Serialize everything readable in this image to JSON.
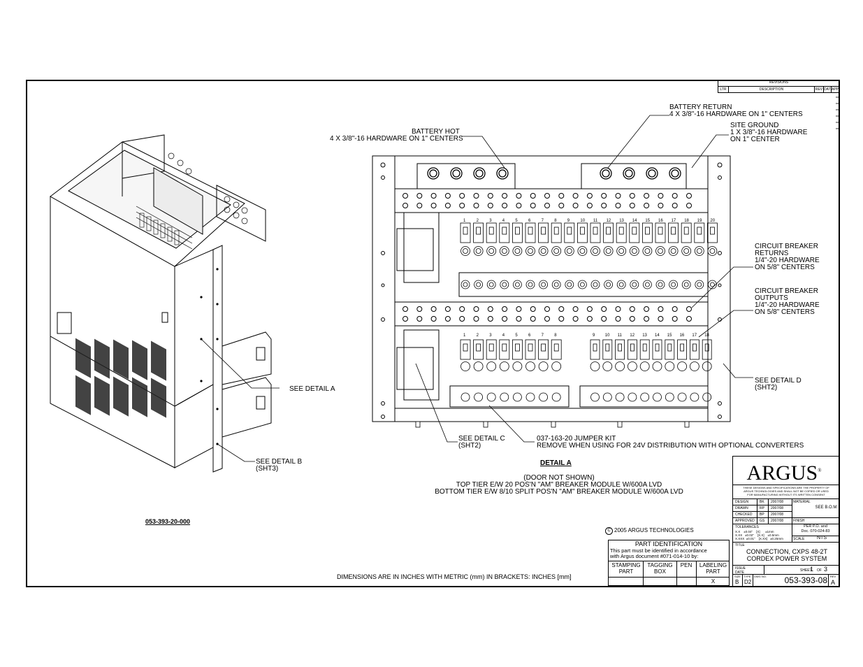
{
  "revisions": {
    "title": "REVISIONS",
    "headers": [
      "LTR",
      "DESCRIPTION",
      "REV BY",
      "DATE",
      "APP'D"
    ]
  },
  "labels": {
    "battery_hot": [
      "BATTERY HOT",
      "4 X 3/8\"-16 HARDWARE ON 1\" CENTERS"
    ],
    "battery_return": [
      "BATTERY RETURN",
      "4 X 3/8\"-16 HARDWARE ON 1\" CENTERS"
    ],
    "site_ground": [
      "SITE GROUND",
      "1 X 3/8\"-16 HARDWARE",
      "ON 1\" CENTER"
    ],
    "cb_returns": [
      "CIRCUIT BREAKER",
      "RETURNS",
      "1/4\"-20 HARDWARE",
      "ON 5/8\" CENTERS"
    ],
    "cb_outputs": [
      "CIRCUIT BREAKER",
      "OUTPUTS",
      "1/4\"-20 HARDWARE",
      "ON 5/8\" CENTERS"
    ],
    "detail_d": [
      "SEE DETAIL D",
      "(SHT2)"
    ],
    "detail_a_ref": "SEE DETAIL A",
    "detail_b_ref": [
      "SEE DETAIL B",
      "(SHT3)"
    ],
    "detail_c_ref": [
      "SEE DETAIL C",
      "(SHT2)"
    ],
    "jumper_kit": [
      "037-163-20 JUMPER KIT",
      "REMOVE WHEN USING FOR 24V DISTRIBUTION WITH OPTIONAL CONVERTERS"
    ],
    "detail_a_title": "DETAIL A",
    "detail_a_desc": [
      "(DOOR NOT SHOWN)",
      "TOP TIER E/W 20 POS'N \"AM\" BREAKER MODULE W/600A LVD",
      "BOTTOM TIER E/W 8/10 SPLIT POS'N \"AM\" BREAKER MODULE W/600A LVD"
    ],
    "part_number": "053-393-20-000",
    "dimensions_note": "DIMENSIONS ARE IN INCHES WITH METRIC (mm) IN BRACKETS: INCHES [mm]",
    "copyright": "2005 ARGUS TECHNOLOGIES",
    "copyright_symbol": "C"
  },
  "breaker_numbers_top": [
    "1",
    "2",
    "3",
    "4",
    "5",
    "6",
    "7",
    "8",
    "9",
    "10",
    "11",
    "12",
    "13",
    "14",
    "15",
    "16",
    "17",
    "18",
    "19",
    "20"
  ],
  "breaker_numbers_bottom_left": [
    "1",
    "2",
    "3",
    "4",
    "5",
    "6",
    "7",
    "8"
  ],
  "breaker_numbers_bottom_right": [
    "9",
    "10",
    "11",
    "12",
    "13",
    "14",
    "15",
    "16",
    "17",
    "18"
  ],
  "part_id": {
    "title": "PART IDENTIFICATION",
    "desc": [
      "This part must be identified in accordance",
      "with Argus document #071-014-10 by:"
    ],
    "headers": [
      "STAMPING PART",
      "TAGGING BOX",
      "PEN",
      "LABELING PART"
    ],
    "marks": [
      "",
      "",
      "",
      "X"
    ]
  },
  "title_block": {
    "logo": "ARGUS",
    "logo_mark": "®",
    "notice": [
      "THESE DESIGNS AND SPECIFICATIONS ARE THE PROPERTY OF",
      "ARGUS TECHNOLOGIES AND SHALL NOT BE COPIED OR USED",
      "FOR MANUFACTURING WITHOUT ITS WRITTEN CONSENT"
    ],
    "rows": [
      {
        "role": "DESIGN",
        "who": "BK",
        "date": "2007/08"
      },
      {
        "role": "DRAWN",
        "who": "RP",
        "date": "2007/08"
      },
      {
        "role": "CHECKED",
        "who": "BP",
        "date": "2007/08"
      },
      {
        "role": "APPROVED",
        "who": "GS",
        "date": "2007/08"
      }
    ],
    "material_label": "MATERIAL",
    "material": "SEE B.O.M.",
    "finish_label": "FINISH",
    "finish": [
      "PER P.O. and",
      "Doc. 070-024-83"
    ],
    "tolerances_label": "TOLERANCES",
    "tolerances": [
      "X.X    ±0.04\"    [X]      ±1mm",
      "X.XX   ±0.02\"    [X.X]    ±0.5mm",
      "X.XXX  ±0.01\"    [X.XX]   ±0.25mm"
    ],
    "scale_label": "SCALE",
    "scale": "NTS",
    "title_label": "TITLE",
    "title": [
      "CONNECTION, CXPS 48-2T",
      "CORDEX POWER SYSTEM"
    ],
    "issue_label": "ISSUE DATE",
    "sheet_label": "SHEET",
    "sheet": "1",
    "of_label": "OF",
    "sheets": "3",
    "size_label": "SIZE",
    "size": "B",
    "type_label": "TYPE",
    "type": "D2",
    "dwg_label": "DWG NO.",
    "dwg": "053-393-08",
    "rev_label": "REV",
    "rev": "A"
  }
}
